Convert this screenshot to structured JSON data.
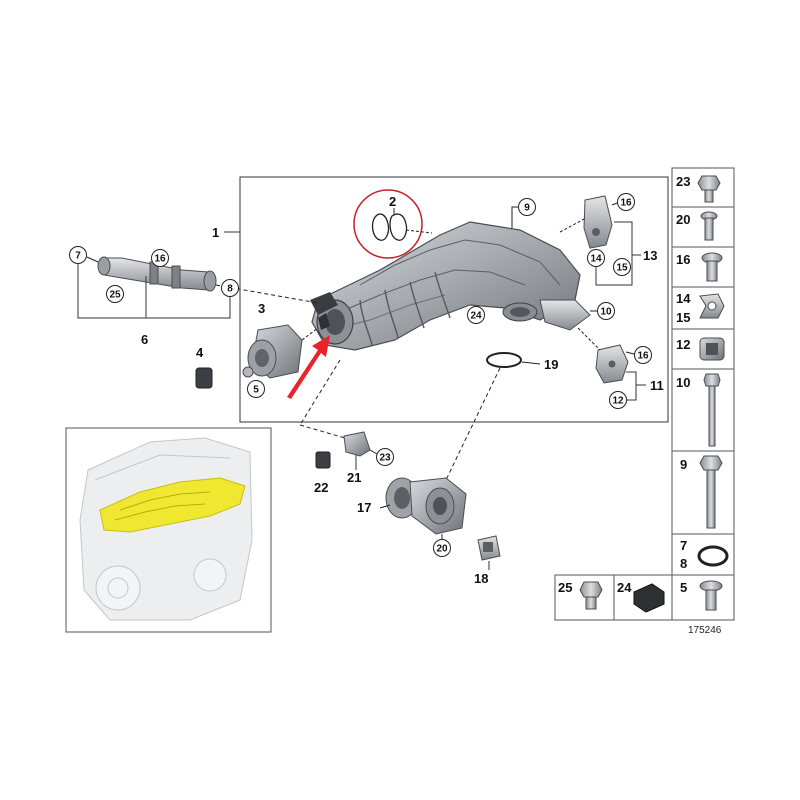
{
  "diagram_number": "175246",
  "callouts": {
    "c1": "1",
    "c2": "2",
    "c3": "3",
    "c4": "4",
    "c5": "5",
    "c6": "6",
    "c7": "7",
    "c8": "8",
    "c9": "9",
    "c10": "10",
    "c11": "11",
    "c12": "12",
    "c13": "13",
    "c14": "14",
    "c15": "15",
    "c16a": "16",
    "c16b": "16",
    "c16c": "16",
    "c17": "17",
    "c18": "18",
    "c19": "19",
    "c20": "20",
    "c21": "21",
    "c22": "22",
    "c23": "23",
    "c24": "24",
    "c25": "25"
  },
  "parts_legend": {
    "column": [
      "23",
      "20",
      "16",
      "14",
      "15",
      "12",
      "10",
      "9",
      "7",
      "8",
      "5"
    ],
    "bottom_row": [
      "25",
      "24"
    ]
  },
  "colors": {
    "highlight_arrow": "#e8242b",
    "gasket_circle": "#c8202a",
    "engine_highlight": "#f0e830",
    "part_gray": "#9a9ea3"
  }
}
